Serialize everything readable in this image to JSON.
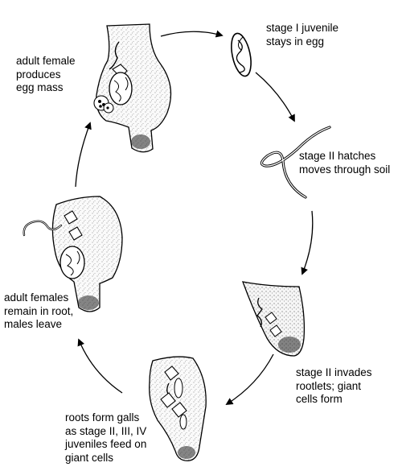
{
  "stages": {
    "egg": {
      "lines": [
        "stage I juvenile",
        "stays in egg"
      ]
    },
    "hatch": {
      "lines": [
        "stage II hatches",
        "moves through soil"
      ]
    },
    "invade": {
      "lines": [
        "stage II invades",
        "rootlets; giant",
        "cells form"
      ]
    },
    "gall": {
      "lines": [
        "roots form galls",
        "as stage II, III, IV",
        "juveniles feed on",
        "giant cells"
      ]
    },
    "remain": {
      "lines": [
        "adult females",
        "remain in root,",
        "males leave"
      ]
    },
    "egg_mass": {
      "lines": [
        "adult female",
        "produces",
        "egg mass"
      ]
    }
  },
  "colors": {
    "ink": "#000000",
    "tissue": "#f2f2f2",
    "stipple": "#8a8a8a"
  }
}
